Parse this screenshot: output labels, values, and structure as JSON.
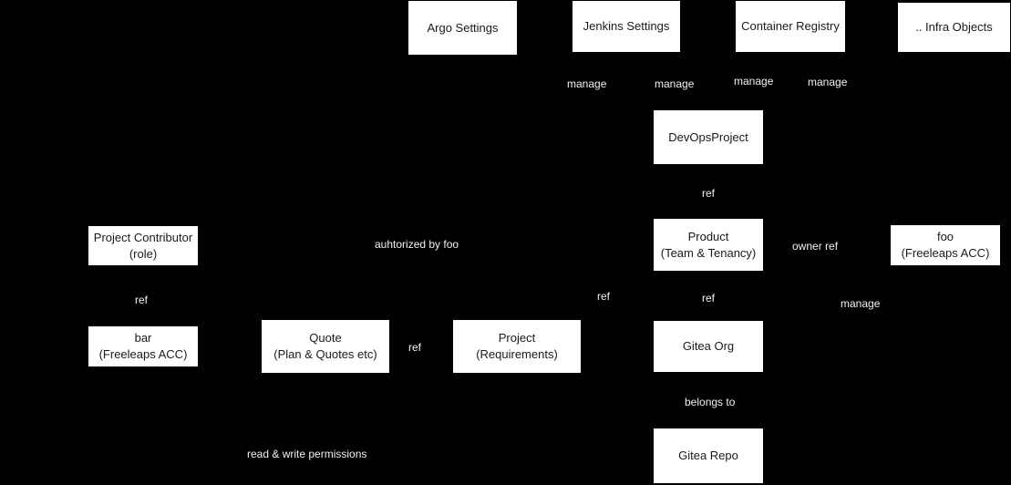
{
  "diagram": {
    "background_color": "#000000",
    "node_fill_color": "#ffffff",
    "node_text_color": "#1a1a1a",
    "edge_label_text_color": "#f2f2f2",
    "nodes": {
      "argo_settings": {
        "label": "Argo Settings"
      },
      "jenkins_settings": {
        "label": "Jenkins Settings"
      },
      "container_registry": {
        "label": "Container Registry"
      },
      "infra_objects": {
        "label": ".. Infra Objects"
      },
      "devops_project": {
        "label": "DevOpsProject"
      },
      "product": {
        "label": "Product\n(Team & Tenancy)"
      },
      "foo_account": {
        "label": "foo\n(Freeleaps ACC)"
      },
      "project_contributor": {
        "label": "Project Contributor\n(role)"
      },
      "bar_account": {
        "label": "bar\n(Freeleaps ACC)"
      },
      "quote": {
        "label": "Quote\n(Plan & Quotes etc)"
      },
      "project": {
        "label": "Project\n(Requirements)"
      },
      "gitea_org": {
        "label": "Gitea Org"
      },
      "gitea_repo": {
        "label": "Gitea Repo"
      }
    },
    "edge_labels": {
      "manage_argo": "manage",
      "manage_jenkins": "manage",
      "manage_registry": "manage",
      "manage_infra": "manage",
      "ref_devops_product": "ref",
      "authorized_by_foo": "auhtorized by foo",
      "owner_ref": "owner ref",
      "ref_contributor": "ref",
      "ref_project": "ref",
      "ref_product_gitea": "ref",
      "manage_foo": "manage",
      "ref_quote_project": "ref",
      "belongs_to": "belongs to",
      "read_write": "read & write permissions"
    }
  }
}
